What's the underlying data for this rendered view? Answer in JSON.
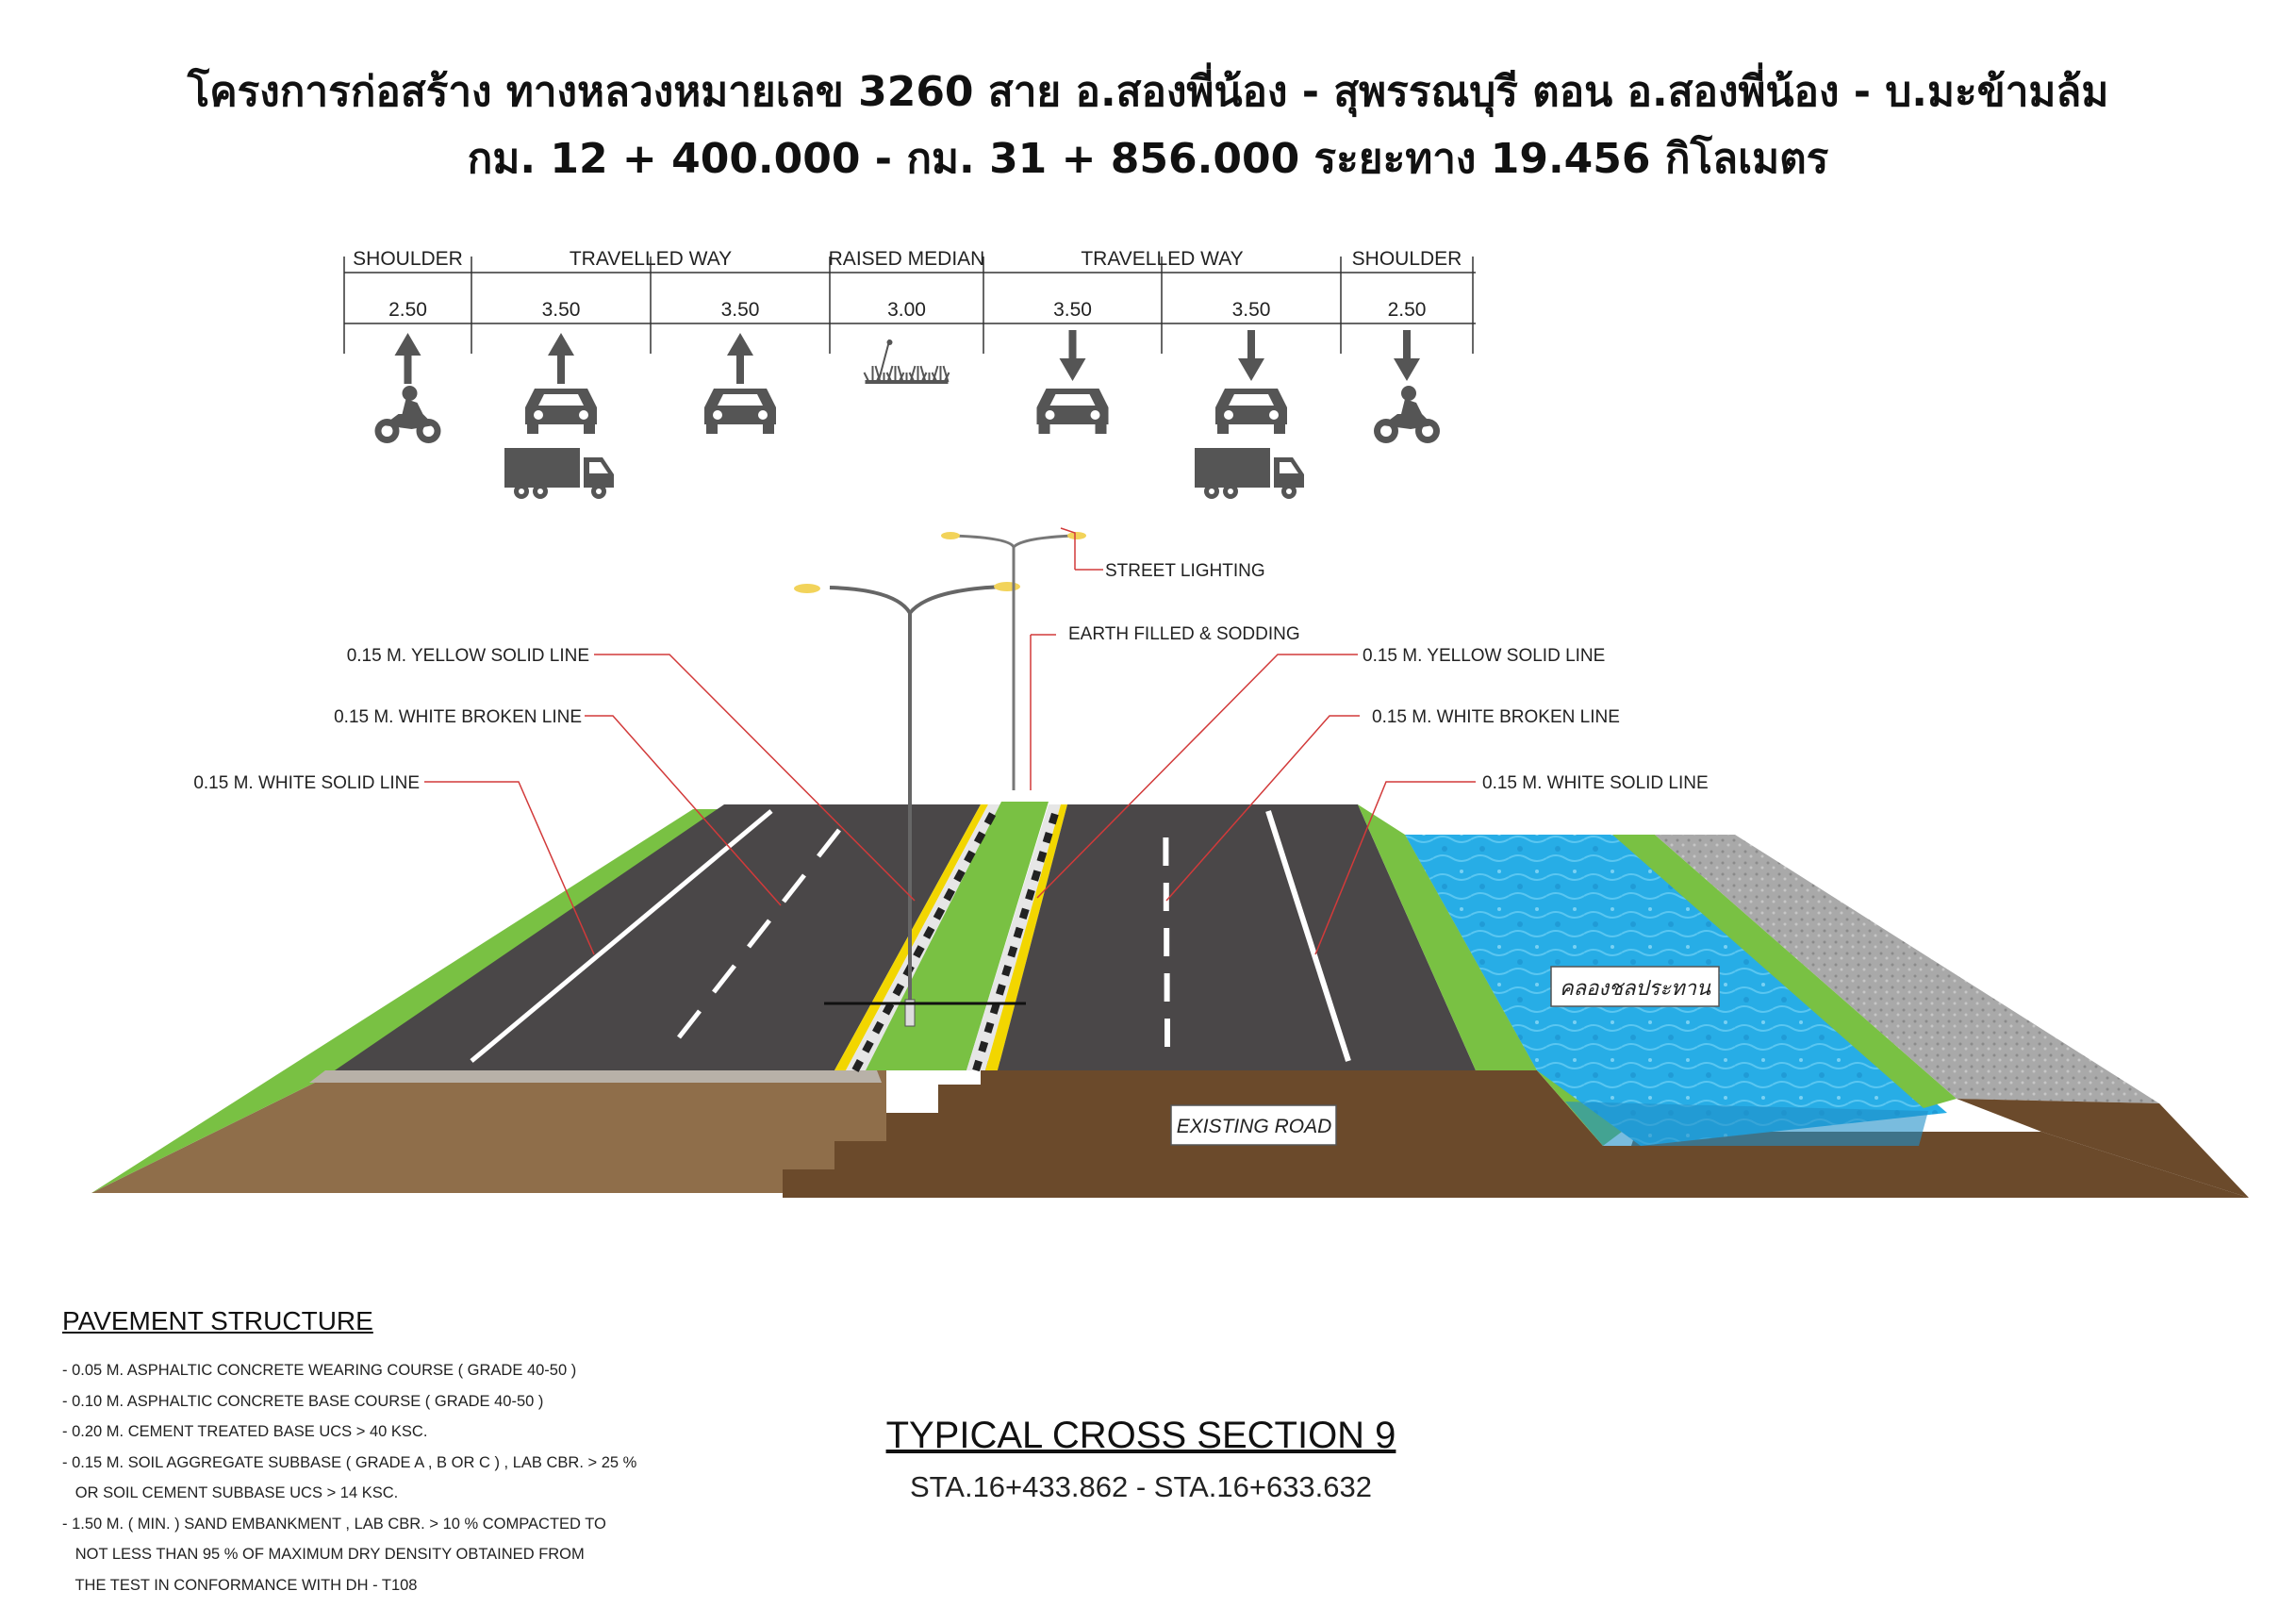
{
  "header": {
    "line1": "โครงการก่อสร้าง ทางหลวงหมายเลข 3260  สาย อ.สองพี่น้อง - สุพรรณบุรี ตอน อ.สองพี่น้อง - บ.มะข้ามล้ม",
    "line2": "กม. 12 + 400.000 - กม. 31 + 856.000 ระยะทาง 19.456 กิโลเมตร"
  },
  "lane_diagram": {
    "sections": [
      "SHOULDER",
      "TRAVELLED WAY",
      "RAISED MEDIAN",
      "TRAVELLED WAY",
      "SHOULDER"
    ],
    "widths": [
      "2.50",
      "3.50",
      "3.50",
      "3.00",
      "3.50",
      "3.50",
      "2.50"
    ],
    "lanes": [
      {
        "direction": "up",
        "vehicles": [
          "motorcycle"
        ]
      },
      {
        "direction": "up",
        "vehicles": [
          "car",
          "truck"
        ]
      },
      {
        "direction": "up",
        "vehicles": [
          "car"
        ]
      },
      {
        "direction": "none",
        "vehicles": [
          "grass"
        ]
      },
      {
        "direction": "down",
        "vehicles": [
          "car"
        ]
      },
      {
        "direction": "down",
        "vehicles": [
          "car",
          "truck"
        ]
      },
      {
        "direction": "down",
        "vehicles": [
          "motorcycle"
        ]
      }
    ],
    "icon_color": "#555555"
  },
  "callouts": {
    "street_lighting": "STREET LIGHTING",
    "earth_filled": "EARTH FILLED & SODDING",
    "left_yellow": "0.15 M. YELLOW SOLID LINE",
    "left_white_broken": "0.15 M. WHITE BROKEN LINE",
    "left_white_solid": "0.15 M. WHITE SOLID LINE",
    "right_yellow": "0.15 M. YELLOW SOLID LINE",
    "right_white_broken": "0.15 M. WHITE BROKEN LINE",
    "right_white_solid": "0.15 M. WHITE SOLID LINE",
    "canal": "คลองชลประทาน",
    "existing_road": "EXISTING ROAD"
  },
  "colors": {
    "asphalt": "#4a4748",
    "grass": "#79c143",
    "soil": "#6b4a2b",
    "soil_light": "#8f6e4a",
    "water": "#29b0e8",
    "gravel": "#a8a8a8",
    "leader": "#d23a3a",
    "yellow_line": "#f2d600"
  },
  "pavement": {
    "title": "PAVEMENT STRUCTURE",
    "lines": [
      "- 0.05 M. ASPHALTIC CONCRETE WEARING COURSE ( GRADE 40-50 )",
      "- 0.10 M. ASPHALTIC CONCRETE BASE COURSE ( GRADE 40-50 )",
      "- 0.20 M. CEMENT TREATED BASE UCS > 40 KSC.",
      "- 0.15 M. SOIL AGGREGATE SUBBASE ( GRADE A , B OR C ) , LAB CBR. > 25 %",
      "   OR SOIL CEMENT SUBBASE UCS > 14 KSC.",
      "- 1.50 M. ( MIN. ) SAND EMBANKMENT , LAB CBR. > 10 % COMPACTED TO",
      "   NOT LESS THAN 95 % OF MAXIMUM DRY DENSITY OBTAINED FROM",
      "   THE TEST IN CONFORMANCE WITH DH - T108"
    ]
  },
  "section": {
    "title": "TYPICAL CROSS SECTION 9",
    "station": "STA.16+433.862 - STA.16+633.632"
  }
}
